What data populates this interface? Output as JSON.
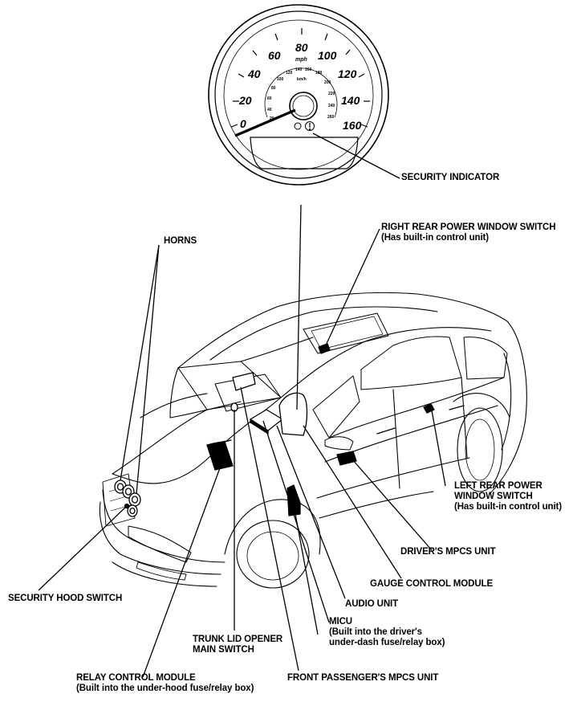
{
  "gauge": {
    "mph_unit": "mph",
    "kmh_unit": "km/h",
    "mph_ticks": [
      "0",
      "20",
      "40",
      "60",
      "80",
      "100",
      "120",
      "140",
      "160"
    ],
    "kmh_ticks": [
      "20",
      "40",
      "60",
      "80",
      "100",
      "120",
      "140",
      "160",
      "180",
      "200",
      "220",
      "240",
      "260"
    ]
  },
  "labels": {
    "security_indicator": "SECURITY INDICATOR",
    "rr_window_switch": "RIGHT REAR POWER WINDOW SWITCH",
    "rr_window_switch_note": "(Has built-in control unit)",
    "horns": "HORNS",
    "lr_window_switch_1": "LEFT REAR POWER",
    "lr_window_switch_2": "WINDOW SWITCH",
    "lr_window_switch_note": "(Has built-in control unit)",
    "drivers_mpcs": "DRIVER'S MPCS UNIT",
    "gauge_control": "GAUGE CONTROL MODULE",
    "audio_unit": "AUDIO UNIT",
    "micu": "MICU",
    "micu_note_1": "(Built into the driver's",
    "micu_note_2": "under-dash fuse/relay box)",
    "security_hood": "SECURITY HOOD SWITCH",
    "trunk_opener_1": "TRUNK LID OPENER",
    "trunk_opener_2": "MAIN SWITCH",
    "relay_module": "RELAY CONTROL MODULE",
    "relay_module_note": "(Built into the under-hood fuse/relay box)",
    "front_pass_mpcs": "FRONT PASSENGER'S MPCS UNIT"
  }
}
